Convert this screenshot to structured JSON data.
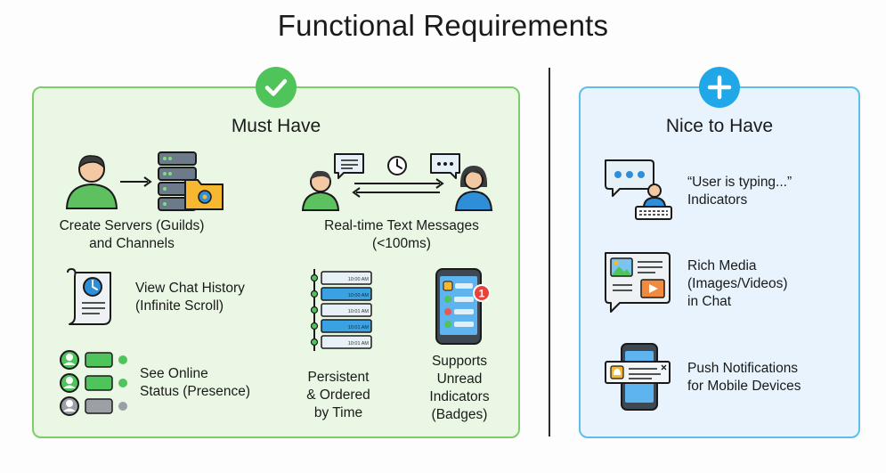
{
  "title": "Functional Requirements",
  "must_have": {
    "heading": "Must Have",
    "items": [
      {
        "lines": [
          "Create Servers (Guilds)",
          "and Channels"
        ]
      },
      {
        "lines": [
          "Real-time Text Messages",
          "(<100ms)"
        ]
      },
      {
        "lines": [
          "View Chat History",
          "(Infinite Scroll)"
        ]
      },
      {
        "lines": [
          "See Online",
          "Status (Presence)"
        ]
      },
      {
        "lines": [
          "Persistent",
          "& Ordered",
          "by Time"
        ]
      },
      {
        "lines": [
          "Supports",
          "Unread",
          "Indicators",
          "(Badges)"
        ]
      }
    ],
    "timeline_labels": [
      "10:00 AM",
      "10:00 AM",
      "10:01 AM",
      "10:01 AM",
      "10:01 AM"
    ],
    "notification_count": "1"
  },
  "nice_to_have": {
    "heading": "Nice to Have",
    "items": [
      {
        "lines": [
          "“User is typing...”",
          "Indicators"
        ]
      },
      {
        "lines": [
          "Rich Media",
          "(Images/Videos)",
          "in Chat"
        ]
      },
      {
        "lines": [
          "Push Notifications",
          "for Mobile Devices"
        ]
      }
    ]
  },
  "colors": {
    "must_bg": "#e9f7e4",
    "must_border": "#7cce6a",
    "check": "#4fc45a",
    "nice_bg": "#e8f3fd",
    "nice_border": "#5cc0ea",
    "plus": "#1fa7e8"
  }
}
